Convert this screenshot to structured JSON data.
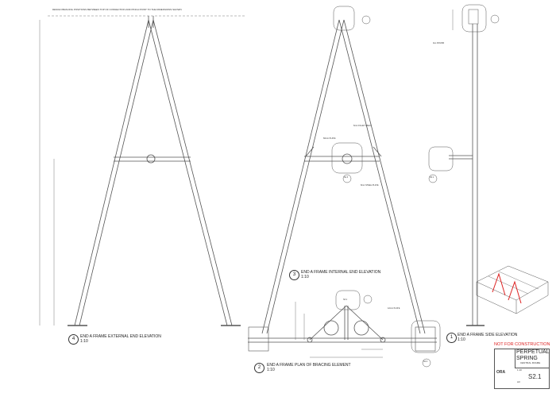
{
  "notes": {
    "general": "DESIGN BRACING POSITIONS BETWEEN TOP OF CONNECTION AND PINCH POINT TO THE DIMENSIONS SHOWN"
  },
  "views": [
    {
      "number": "4",
      "title": "END A FRAME EXTERNAL END ELEVATION",
      "scale": "1:10"
    },
    {
      "number": "3",
      "title": "END A FRAME INTERNAL END ELEVATION",
      "scale": "1:10"
    },
    {
      "number": "2",
      "title": "END A FRAME PLAN OF BRACING ELEMENT",
      "scale": "1:10"
    },
    {
      "number": "1",
      "title": "END A FRAME SIDE ELEVATION",
      "scale": "1:10"
    }
  ],
  "detail_refs": [
    "S3.1",
    "S2.2",
    "S2.3",
    "S3.1"
  ],
  "annotations": [
    "6mm FILLET WELD",
    "60mm PLATE",
    "8mm STEEL PLATE",
    "ALL ROUND",
    "12mm PLATE"
  ],
  "title_block": {
    "status": "NOT FOR CONSTRUCTION",
    "project": "PERPETUAL SPRING",
    "drawing_title": "CENTRAL FRAME",
    "company": "ORA",
    "drawing_number": "S2.1",
    "scale": "1:10",
    "size": "A3"
  },
  "colors": {
    "line": "#555555",
    "accent": "#dd2222"
  }
}
